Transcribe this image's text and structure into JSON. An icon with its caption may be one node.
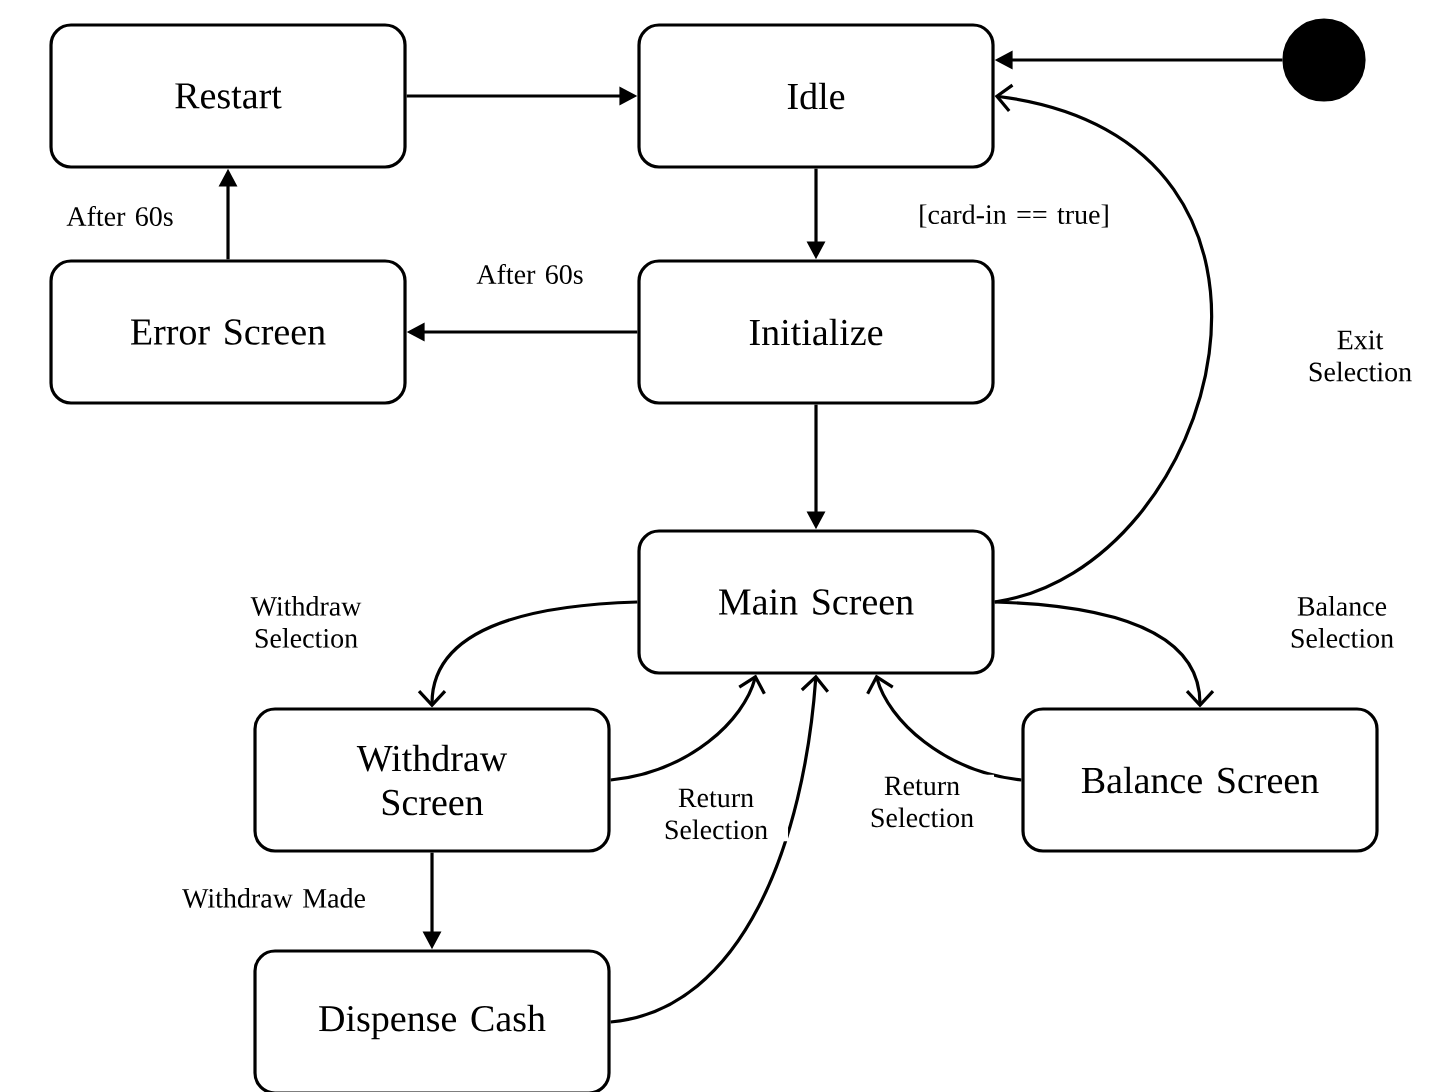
{
  "diagram": {
    "nodes": [
      {
        "text": [
          "Restart"
        ]
      },
      {
        "text": [
          "Idle"
        ]
      },
      {
        "text": [],
        "shape": "circle"
      },
      {
        "text": [
          "Error Screen"
        ]
      },
      {
        "text": [
          "Initialize"
        ]
      },
      {
        "text": [
          "Main Screen"
        ]
      },
      {
        "text": [
          "Withdraw Screen"
        ]
      },
      {
        "text": [
          "Balance Screen"
        ]
      },
      {
        "text": [
          "Dispense Cash"
        ]
      }
    ],
    "edges": [
      {
        "from": 2,
        "to": 1,
        "arrow": "to"
      },
      {
        "from": 0,
        "to": 1,
        "arrow": "to"
      },
      {
        "from": 1,
        "to": 4,
        "arrow": "to",
        "label": "[card-in == true]"
      },
      {
        "from": 4,
        "to": 3,
        "arrow": "to",
        "label": "After 60s"
      },
      {
        "from": 3,
        "to": 0,
        "arrow": "to",
        "label": "After 60s"
      },
      {
        "from": 4,
        "to": 5,
        "arrow": "to"
      },
      {
        "from": 5,
        "to": 1,
        "arrow": "to",
        "label": "Exit Selection"
      },
      {
        "from": 5,
        "to": 6,
        "arrow": "to",
        "label": "Withdraw Selection"
      },
      {
        "from": 5,
        "to": 7,
        "arrow": "to",
        "label": "Balance Selection"
      },
      {
        "from": 6,
        "to": 5,
        "arrow": "to",
        "label": "Return Selection"
      },
      {
        "from": 7,
        "to": 5,
        "arrow": "to",
        "label": "Return Selection"
      },
      {
        "from": 6,
        "to": 8,
        "arrow": "to",
        "label": "Withdraw Made"
      },
      {
        "from": 8,
        "to": 5,
        "arrow": "to"
      }
    ]
  }
}
